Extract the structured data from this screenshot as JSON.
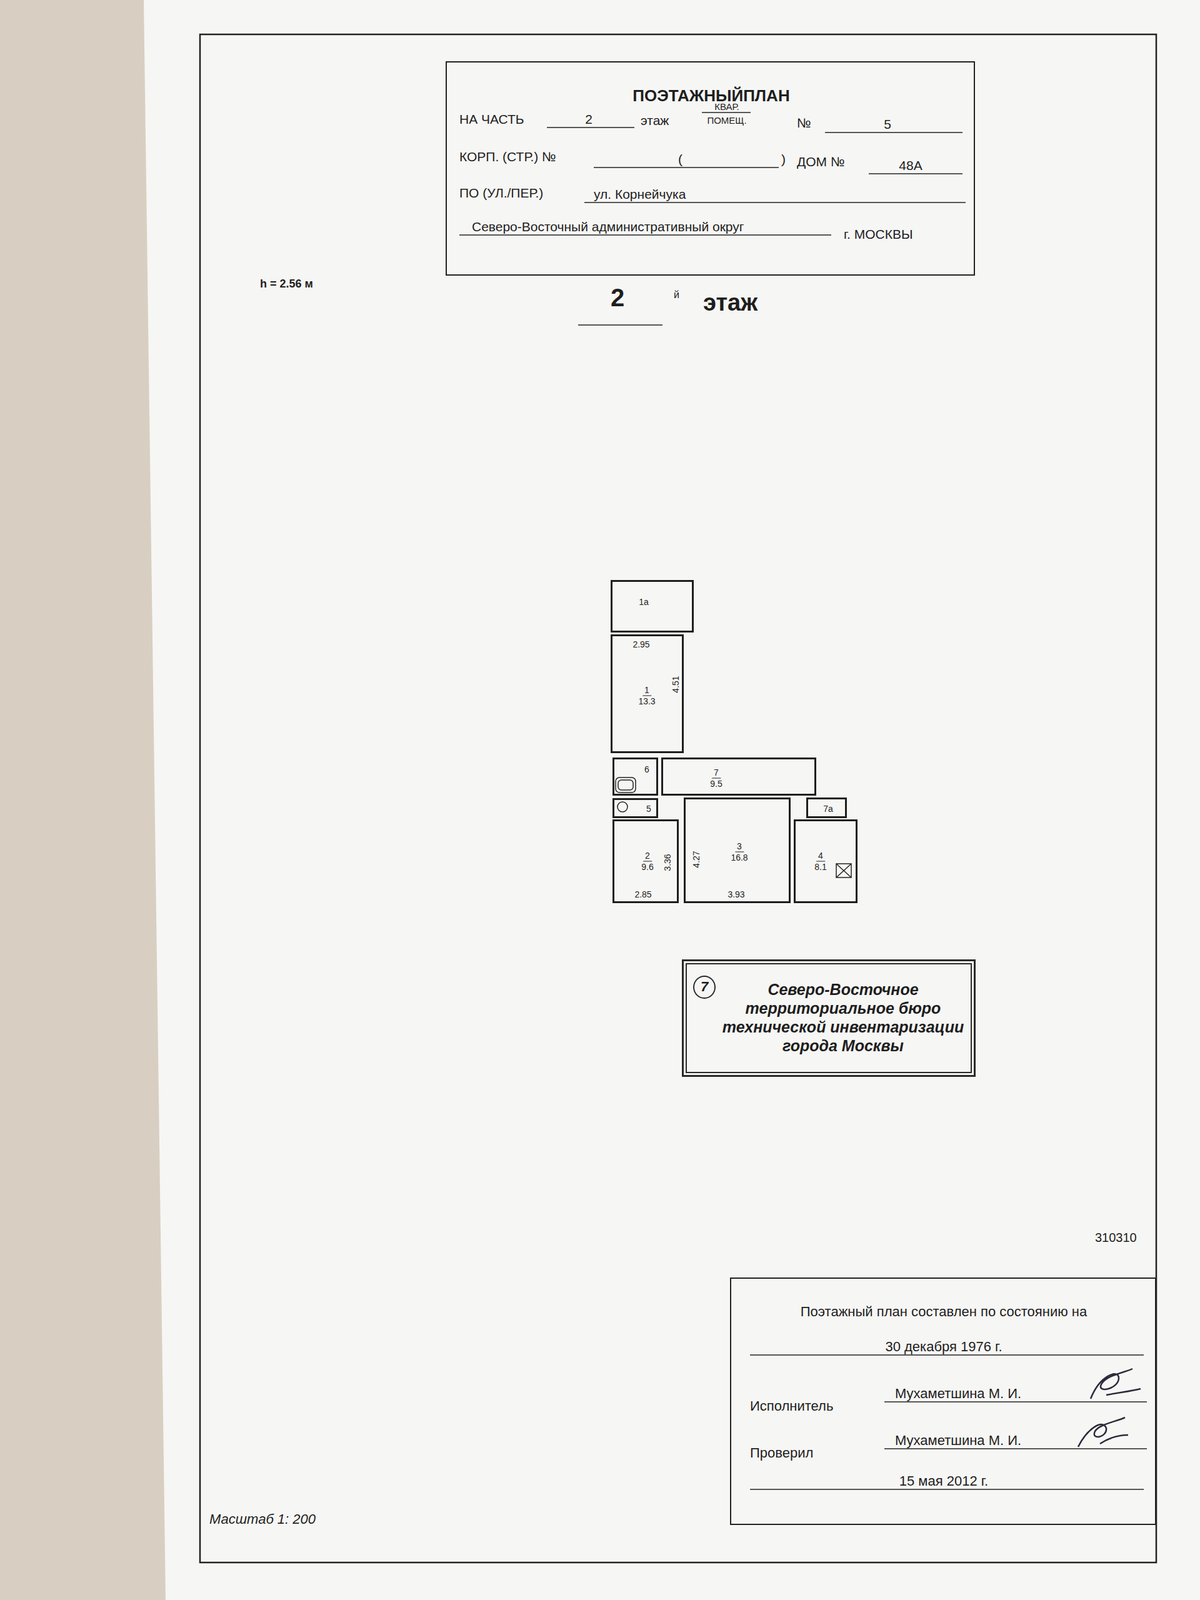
{
  "diagram": {
    "nodes": [
      {
        "text": [
          "ПОЭТАЖНЫЙПЛАН",
          "НА ЧАСТЬ",
          "2",
          "этаж",
          "КВАР.",
          "ПОМЕЩ.",
          "№",
          "5",
          "КОРП. (СТР.) №",
          "(",
          ")",
          "ДОМ №",
          "48А",
          "ПО (УЛ./ПЕР.)",
          "ул. Корнейчука",
          "Северо-Восточный административный округ",
          "г. МОСКВЫ"
        ]
      },
      {
        "text": [
          "1а"
        ]
      },
      {
        "text": [
          "1",
          "13.3"
        ]
      },
      {
        "text": [
          "6"
        ]
      },
      {
        "text": [
          "5"
        ]
      },
      {
        "text": [
          "7",
          "9.5"
        ]
      },
      {
        "text": [
          "7а"
        ]
      },
      {
        "text": [
          "2",
          "9.6"
        ]
      },
      {
        "text": [
          "3",
          "16.8"
        ]
      },
      {
        "text": [
          "4",
          "8.1"
        ]
      },
      {
        "text": [
          "Северо-Восточное территориальное бюро технической инвентаризации города Москвы"
        ]
      },
      {
        "text": [
          "7"
        ],
        "in": 10
      },
      {
        "text": [
          "Поэтажный план составлен по состоянию на",
          "30 декабря 1976 г.",
          "Исполнитель",
          "Мухаметшина М. И.",
          "Проверил",
          "Мухаметшина М. И.",
          "15 мая 2012 г."
        ]
      }
    ],
    "labels": [
      "h = 2.56 м",
      "2",
      "й",
      "этаж",
      "2.95",
      "4.51",
      "3.36",
      "4.27",
      "2.85",
      "3.93",
      "310310",
      "Масштаб 1: 200"
    ]
  }
}
